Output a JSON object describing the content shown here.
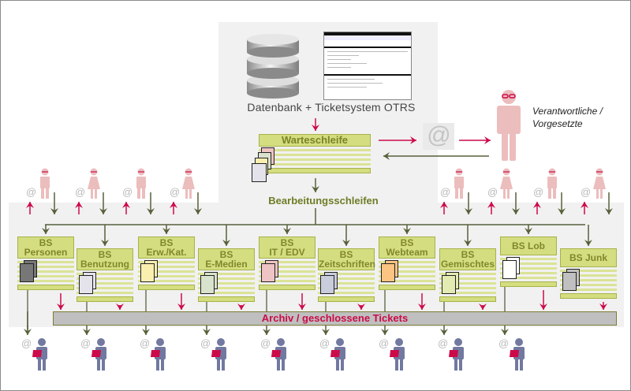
{
  "top": {
    "database_label": "Datenbank  +  Ticketsystem OTRS",
    "database_icon": "database-icon",
    "screenshot_icon": "otrs-screenshot-icon"
  },
  "queue": {
    "title": "Warteschleife"
  },
  "processing": {
    "title": "Bearbeitungsschleifen"
  },
  "responsible": {
    "label_line1": "Verantwortliche /",
    "label_line2": "Vorgesetzte"
  },
  "at_symbol": "@",
  "archive": {
    "label": "Archiv / geschlossene Tickets"
  },
  "queues": [
    {
      "line1": "BS",
      "line2": "Personen",
      "doc_color": "#777777"
    },
    {
      "line1": "BS",
      "line2": "Benutzung",
      "doc_color": "#e4e2ea"
    },
    {
      "line1": "BS",
      "line2": "Erw./Kat.",
      "doc_color": "#fbefb0"
    },
    {
      "line1": "BS",
      "line2": "E-Medien",
      "doc_color": "#d9e2cc"
    },
    {
      "line1": "BS",
      "line2": "IT / EDV",
      "doc_color": "#eec3c4"
    },
    {
      "line1": "BS",
      "line2": "Zeitschriften",
      "doc_color": "#c9ccdb"
    },
    {
      "line1": "BS",
      "line2": "Webteam",
      "doc_color": "#fbc483"
    },
    {
      "line1": "BS",
      "line2": "Gemischtes",
      "doc_color": "#e3eab2"
    },
    {
      "line1": "BS Lob",
      "line2": "",
      "doc_color": "#ffffff"
    },
    {
      "line1": "BS Junk",
      "line2": "",
      "doc_color": "#c0c0c0"
    }
  ],
  "colors": {
    "green_arrow": "#56613a",
    "red_arrow": "#cc0a4a",
    "header_fill": "#d4dd7f",
    "person_pink": "#ecbdbd",
    "person_blue": "#7279a0"
  }
}
